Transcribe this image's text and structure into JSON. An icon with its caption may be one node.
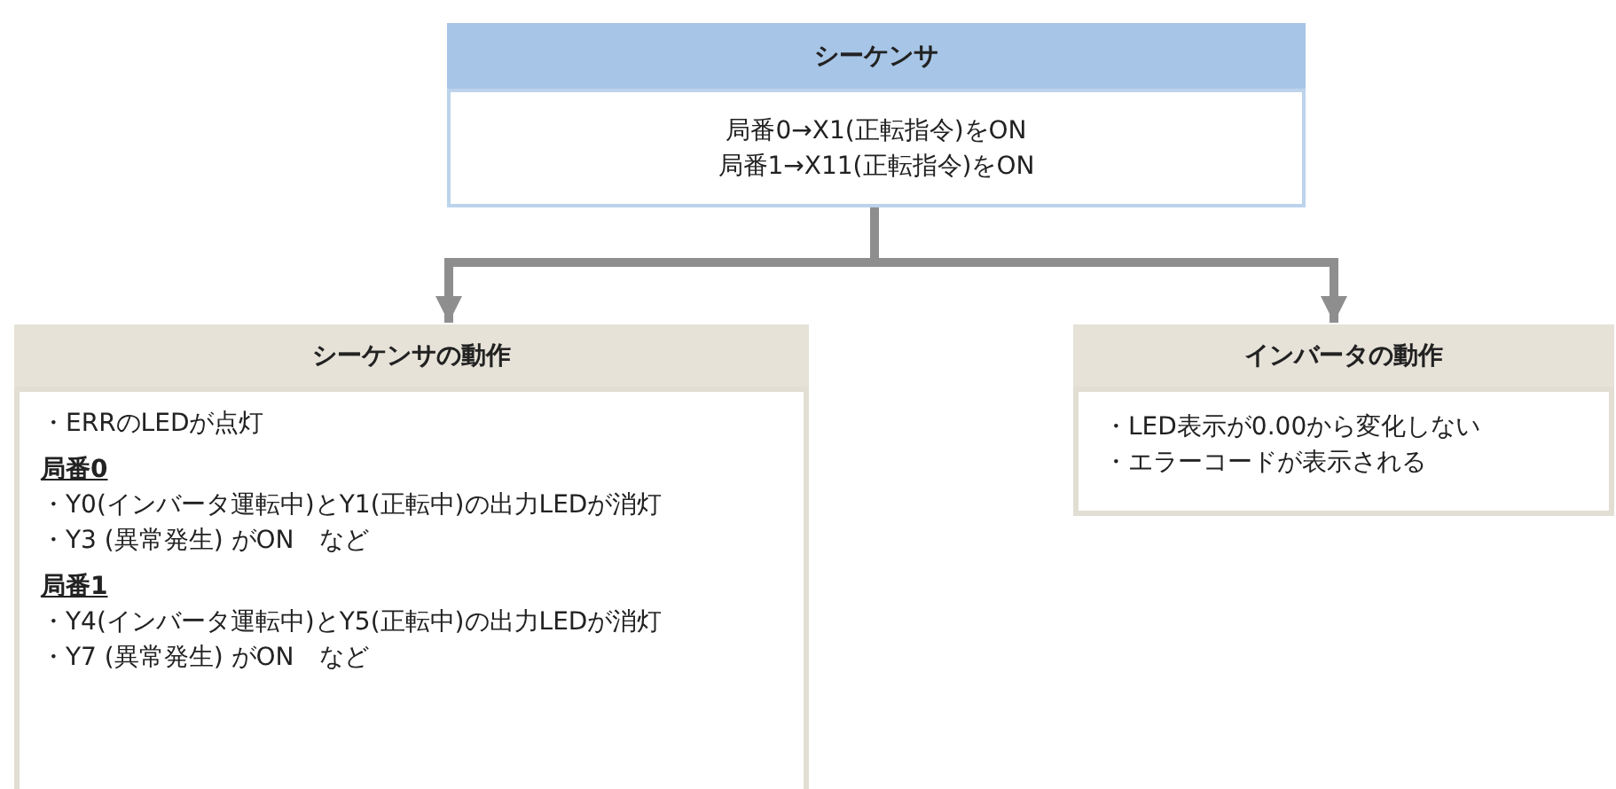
{
  "diagram": {
    "nodes": [
      {
        "text": [
          "シーケンサ",
          "局番0→X1(正転指令)をON",
          "局番1→X11(正転指令)をON"
        ]
      },
      {
        "text": [
          "シーケンサの動作",
          "・ERRのLEDが点灯",
          "局番0",
          "・Y0(インバータ運転中)とY1(正転中)の出力LEDが消灯",
          "・Y3 (異常発生) がON　など",
          "局番1",
          "・Y4(インバータ運転中)とY5(正転中)の出力LEDが消灯",
          "・Y7 (異常発生) がON　など"
        ]
      },
      {
        "text": [
          "インバータの動作",
          "・LED表示が0.00から変化しない",
          "・エラーコードが表示される"
        ]
      }
    ],
    "edges": [
      {
        "from": 0,
        "to": 1,
        "arrow": "to"
      },
      {
        "from": 0,
        "to": 2,
        "arrow": "to"
      }
    ]
  }
}
